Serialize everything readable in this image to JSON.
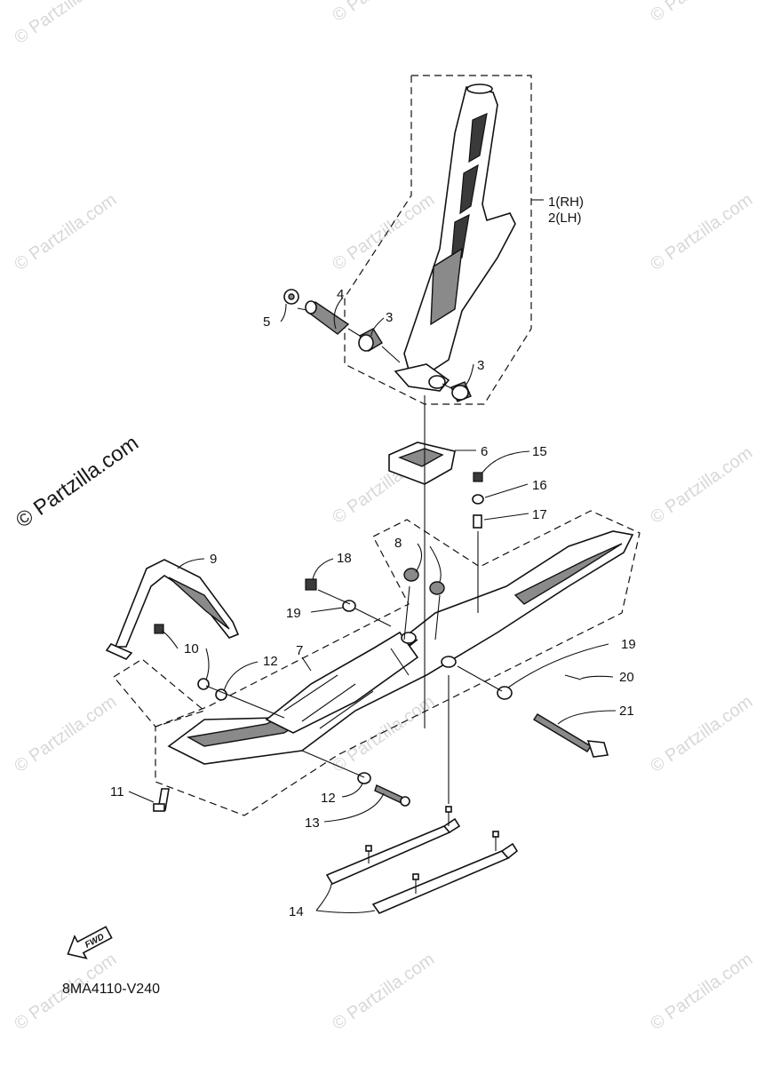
{
  "watermark": {
    "text": "© Partzilla.com",
    "main_text": "© Partzilla.com"
  },
  "callouts": {
    "c1": "1(RH)",
    "c2": "2(LH)",
    "c3a": "3",
    "c3b": "3",
    "c4": "4",
    "c5": "5",
    "c6": "6",
    "c7": "7",
    "c8": "8",
    "c9": "9",
    "c10": "10",
    "c11": "11",
    "c12a": "12",
    "c12b": "12",
    "c13": "13",
    "c14": "14",
    "c15": "15",
    "c16": "16",
    "c17": "17",
    "c18": "18",
    "c19a": "19",
    "c19b": "19",
    "c20": "20",
    "c21": "21"
  },
  "fwd_label": "FWD",
  "diagram_code": "8MA4110-V240"
}
